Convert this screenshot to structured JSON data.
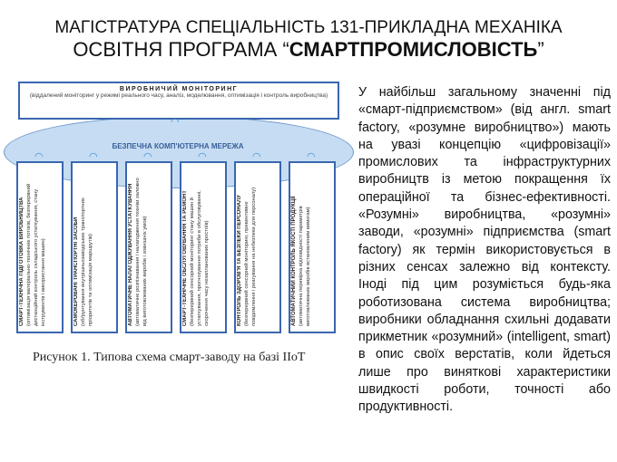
{
  "title": {
    "line1": "МАГІСТРАТУРА СПЕЦІАЛЬНІСТЬ 131-ПРИКЛАДНА МЕХАНІКА",
    "line2_prefix": "ОСВІТНЯ ПРОГРАМА “",
    "line2_bold": "СМАРТПРОМИСЛОВІСТЬ",
    "line2_suffix": "”"
  },
  "diagram": {
    "top_box": {
      "heading": "ВИРОБНИЧИЙ МОНІТОРИНГ",
      "subtext": "(віддалений моніторинг у режимі реального часу, аналіз, моделювання, оптимізація і контроль виробництва)"
    },
    "network": "БЕЗПЕЧНА КОМП'ЮТЕРНА МЕРЕЖА",
    "columns": [
      {
        "heading": "СМАРТ-ТЕХНІЧНА ПІДГОТОВКА ВИРОБНИЦТВА",
        "text": "(оптимізація матеріально-технічних потоків, безперервний дистанційний контроль складського устаткування, стану інструментів і використання машин)"
      },
      {
        "heading": "САМОКЕРОВАНІ ТРАНСПОРТНІ ЗАСОБИ",
        "text": "(обґрунтування внутрішньозаводських транспортних пріоритетів та оптимізація маршрутів)"
      },
      {
        "heading": "АВТОМАТИЧНЕ НАЛАГОДЖУВАННЯ УСТАТКУВАННЯ",
        "text": "(автоматичне розпізнавання і налагодження техніки залежно від виготовлюваних виробів і зовнішніх умов)"
      },
      {
        "heading": "СМАРТ-ТЕХНІЧНЕ ОБСЛУГОВУВАННЯ ТА РЕМОНТ",
        "text": "(безперервний сенсорний моніторинг стану машин й устаткування, прогнозування потреби в обслуговуванні, скорочення часу незапланованих простоїв)"
      },
      {
        "heading": "КОНТРОЛЬ ЗДОРОВ'Я ТА БЕЗПЕКИ ПЕРСОНАЛУ",
        "text": "(безперервний сенсорний моніторинг, превентивне повідомлення і реагування на небезпеки для персоналу)"
      },
      {
        "heading": "АВТОМАТИЧНИЙ КОНТРОЛЬ ЯКОСТІ ПРОДУКЦІЇ",
        "text": "(автоматична перевірка відповідності параметрів виготовлюваних виробів встановленим вимогам)"
      }
    ],
    "caption": "Рисунок 1. Типова схема смарт-заводу на базі IIoT"
  },
  "body_text": "У найбільш загальному значенні під «смарт-підприємством» (від англ. smart factory, «розумне виробництво») мають на увазі концепцію «цифровізації» промислових та інфраструктурних виробництв із метою покращення їх операційної та бізнес-ефективності. «Розумні» виробництва, «розумні» заводи, «розумні» підприємства (smart factory) як термін використовується в різних сенсах залежно від контексту. Іноді під цим розуміється будь-яка роботизована система виробництва; виробники обладнання схильні додавати прикметник «розумний» (intelligent, smart) в опис своїх верстатів, коли йдеться лише про виняткові характеристики швидкості роботи, точності або продуктивності."
}
